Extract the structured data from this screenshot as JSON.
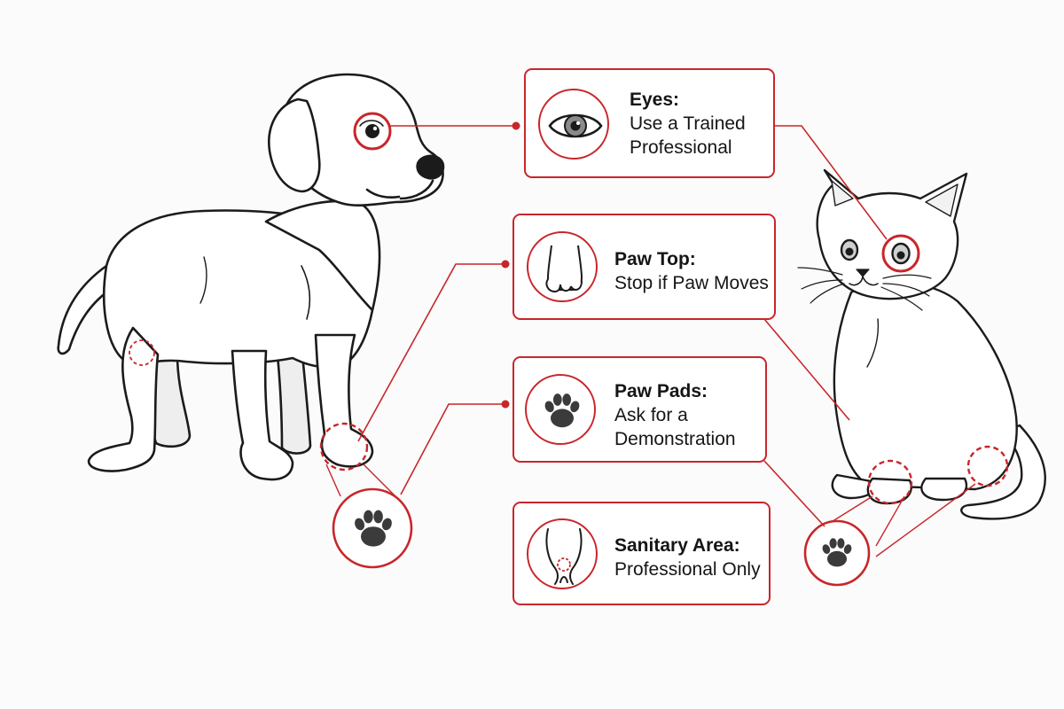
{
  "colors": {
    "accent": "#c8262b",
    "ink": "#1b1b1b",
    "paper": "#fbfbfb"
  },
  "cards": [
    {
      "id": "eyes",
      "title": "Eyes:",
      "body": "Use a Trained\nProfessional",
      "icon": "eye-icon"
    },
    {
      "id": "paw-top",
      "title": "Paw Top:",
      "body": "Stop if Paw Moves",
      "icon": "paw-top-icon"
    },
    {
      "id": "paw-pads",
      "title": "Paw Pads:",
      "body": "Ask for a\nDemonstration",
      "icon": "paw-print-icon"
    },
    {
      "id": "sanitary",
      "title": "Sanitary Area:",
      "body": "Professional Only",
      "icon": "sanitary-area-icon"
    }
  ],
  "figures": [
    {
      "name": "dog",
      "icon": "dog-illustration"
    },
    {
      "name": "cat",
      "icon": "cat-illustration"
    }
  ]
}
